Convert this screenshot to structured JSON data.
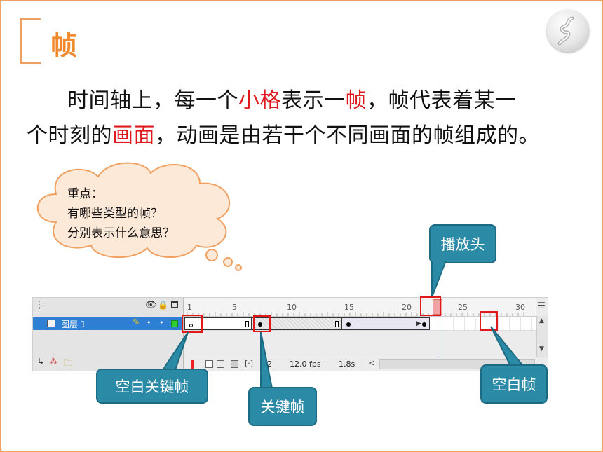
{
  "slide": {
    "title": "帧",
    "paragraph": {
      "line1_prefix": "时间轴上，每一个",
      "line1_hl1": "小格",
      "line1_mid": "表示一",
      "line1_hl2": "帧",
      "line1_suffix": "，帧代表着某一",
      "line2_prefix": "个时刻的",
      "line2_hl": "画面",
      "line2_suffix": "，动画是由若干个不同画面的帧组成的。"
    },
    "note": {
      "heading": "重点：",
      "line1": "有哪些类型的帧？",
      "line2": "分别表示什么意思？"
    }
  },
  "timeline": {
    "ruler_labels": [
      "1",
      "5",
      "10",
      "15",
      "20",
      "25",
      "30"
    ],
    "layer_name": "图层 1",
    "frame_number": "2",
    "fps": "12.0 fps",
    "time": "1.8s"
  },
  "callouts": {
    "playhead": "播放头",
    "blank_keyframe": "空白关键帧",
    "keyframe": "关键帧",
    "blank_frame": "空白帧"
  },
  "colors": {
    "accent_orange": "#f08a2c",
    "highlight_red": "#e0191e",
    "callout_teal": "#2b8aa6",
    "layer_blue": "#2f7fd4"
  }
}
